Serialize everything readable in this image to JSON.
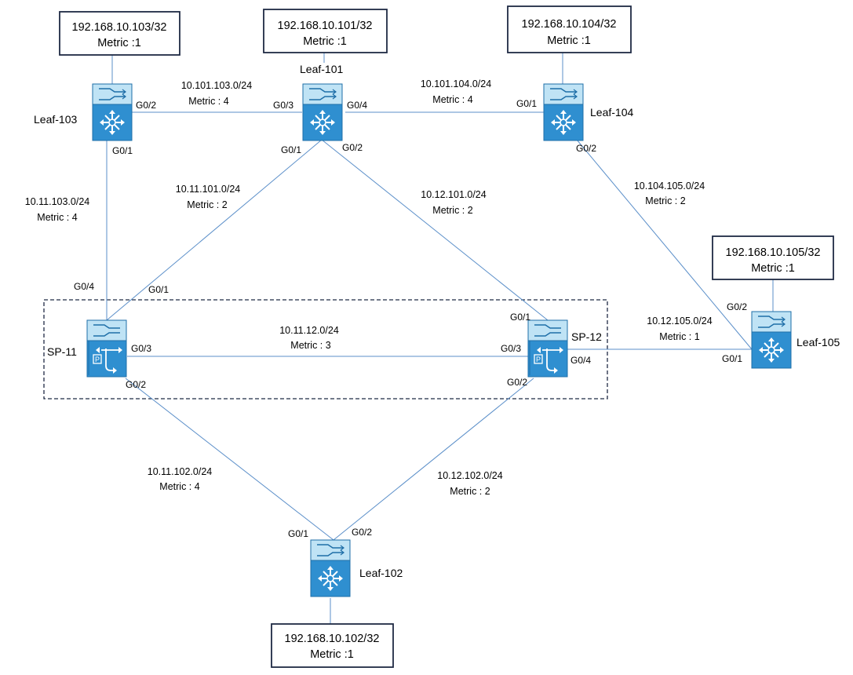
{
  "colors": {
    "device_top": "#bfe3f5",
    "device_body": "#2f8fd0",
    "device_dark": "#1f6fa8",
    "link": "#5b8fc9",
    "box_border": "#1f2a44"
  },
  "spine_group": {
    "style": "dashed"
  },
  "devices": [
    {
      "id": "leaf103",
      "label": "Leaf-103",
      "icon": "nexus-switch-icon"
    },
    {
      "id": "leaf101",
      "label": "Leaf-101",
      "icon": "nexus-switch-icon"
    },
    {
      "id": "leaf104",
      "label": "Leaf-104",
      "icon": "nexus-switch-icon"
    },
    {
      "id": "leaf105",
      "label": "Leaf-105",
      "icon": "nexus-switch-icon"
    },
    {
      "id": "sp11",
      "label": "SP-11",
      "icon": "policy-spine-switch-icon"
    },
    {
      "id": "sp12",
      "label": "SP-12",
      "icon": "policy-spine-switch-icon"
    },
    {
      "id": "leaf102",
      "label": "Leaf-102",
      "icon": "nexus-switch-icon"
    }
  ],
  "loopbacks": [
    {
      "device": "leaf103",
      "prefix": "192.168.10.103/32",
      "metric": "Metric :1"
    },
    {
      "device": "leaf101",
      "prefix": "192.168.10.101/32",
      "metric": "Metric :1"
    },
    {
      "device": "leaf104",
      "prefix": "192.168.10.104/32",
      "metric": "Metric :1"
    },
    {
      "device": "leaf105",
      "prefix": "192.168.10.105/32",
      "metric": "Metric :1"
    },
    {
      "device": "leaf102",
      "prefix": "192.168.10.102/32",
      "metric": "Metric :1"
    }
  ],
  "links": [
    {
      "a": "leaf103",
      "a_if": "G0/2",
      "b": "leaf101",
      "b_if": "G0/3",
      "subnet": "10.101.103.0/24",
      "metric": "Metric : 4"
    },
    {
      "a": "leaf101",
      "a_if": "G0/4",
      "b": "leaf104",
      "b_if": "G0/1",
      "subnet": "10.101.104.0/24",
      "metric": "Metric : 4"
    },
    {
      "a": "leaf103",
      "a_if": "G0/1",
      "b": "sp11",
      "b_if": "G0/4",
      "subnet": "10.11.103.0/24",
      "metric": "Metric : 4"
    },
    {
      "a": "leaf101",
      "a_if": "G0/1",
      "b": "sp11",
      "b_if": "G0/1",
      "subnet": "10.11.101.0/24",
      "metric": "Metric : 2"
    },
    {
      "a": "leaf101",
      "a_if": "G0/2",
      "b": "sp12",
      "b_if": "G0/1",
      "subnet": "10.12.101.0/24",
      "metric": "Metric : 2"
    },
    {
      "a": "leaf104",
      "a_if": "G0/2",
      "b": "leaf105",
      "b_if": "G0/2",
      "subnet": "10.104.105.0/24",
      "metric": "Metric : 2"
    },
    {
      "a": "sp11",
      "a_if": "G0/3",
      "b": "sp12",
      "b_if": "G0/3",
      "subnet": "10.11.12.0/24",
      "metric": "Metric : 3"
    },
    {
      "a": "sp12",
      "a_if": "G0/4",
      "b": "leaf105",
      "b_if": "G0/1",
      "subnet": "10.12.105.0/24",
      "metric": "Metric : 1"
    },
    {
      "a": "sp11",
      "a_if": "G0/2",
      "b": "leaf102",
      "b_if": "G0/1",
      "subnet": "10.11.102.0/24",
      "metric": "Metric : 4"
    },
    {
      "a": "sp12",
      "a_if": "G0/2",
      "b": "leaf102",
      "b_if": "G0/2",
      "subnet": "10.12.102.0/24",
      "metric": "Metric : 2"
    }
  ]
}
